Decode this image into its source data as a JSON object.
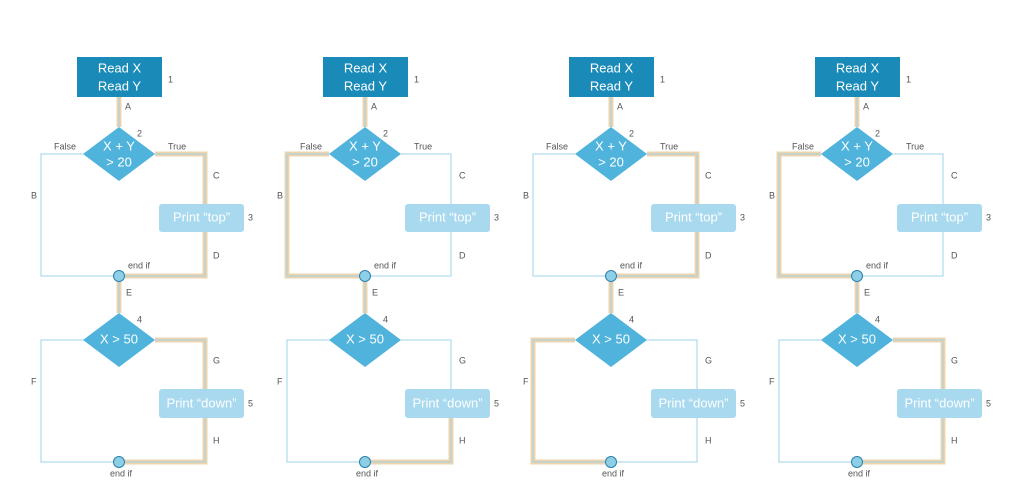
{
  "colors": {
    "read_box": "#1a8bb8",
    "diamond": "#4fb3dc",
    "print_box": "#a8d9ee",
    "thin_line": "#9fd3e8",
    "path_highlight": "#eed3ad",
    "junction_fill": "#8ecfe8",
    "junction_stroke": "#2a7fa8"
  },
  "nodes": {
    "read": {
      "line1": "Read X",
      "line2": "Read Y",
      "num": "1"
    },
    "cond1": {
      "line1": "X + Y",
      "line2": "> 20",
      "num": "2"
    },
    "print_top": {
      "text": "Print “top”",
      "num": "3"
    },
    "cond2": {
      "text": "X > 50",
      "num": "4"
    },
    "print_down": {
      "text": "Print “down”",
      "num": "5"
    },
    "end_if": "end if"
  },
  "branch_labels": {
    "false": "False",
    "true": "True"
  },
  "edge_labels": {
    "A": "A",
    "B": "B",
    "C": "C",
    "D": "D",
    "E": "E",
    "F": "F",
    "G": "G",
    "H": "H"
  },
  "diagrams": [
    {
      "path": [
        "A",
        "C",
        "D",
        "E",
        "G",
        "H"
      ]
    },
    {
      "path": [
        "A",
        "B",
        "E",
        "H"
      ]
    },
    {
      "path": [
        "A",
        "C",
        "D",
        "E",
        "F"
      ]
    },
    {
      "path": [
        "A",
        "B",
        "E",
        "G",
        "H"
      ]
    }
  ]
}
